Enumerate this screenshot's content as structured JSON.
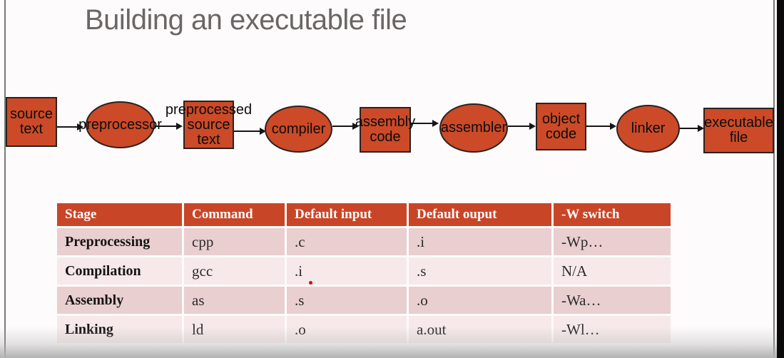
{
  "slide": {
    "title": "Building an executable file"
  },
  "flow": {
    "nodes": [
      {
        "label": "source\ntext",
        "shape": "box"
      },
      {
        "label": "preprocessor",
        "shape": "ellipse"
      },
      {
        "label": "preprocessed\nsource\ntext",
        "shape": "box"
      },
      {
        "label": "compiler",
        "shape": "ellipse"
      },
      {
        "label": "assembly\ncode",
        "shape": "box"
      },
      {
        "label": "assembler",
        "shape": "ellipse"
      },
      {
        "label": "object\ncode",
        "shape": "box"
      },
      {
        "label": "linker",
        "shape": "ellipse"
      },
      {
        "label": "executable\nfile",
        "shape": "box"
      }
    ]
  },
  "table": {
    "columns": [
      "Stage",
      "Command",
      "Default input",
      "Default ouput",
      "-W switch"
    ],
    "rows": [
      [
        "Preprocessing",
        "cpp",
        ".c",
        ".i",
        "-Wp…"
      ],
      [
        "Compilation",
        "gcc",
        ".i",
        ".s",
        "N/A"
      ],
      [
        "Assembly",
        "as",
        ".s",
        ".o",
        "-Wa…"
      ],
      [
        "Linking",
        "ld",
        ".o",
        "a.out",
        "-Wl…"
      ]
    ]
  },
  "colors": {
    "shape_fill": "#cc4a28",
    "table_header_bg": "#c94527",
    "table_row_dark": "#e9cfd0",
    "table_row_light": "#f7e9e9",
    "title_text": "#6a6665",
    "laser_dot": "#cc1111"
  }
}
